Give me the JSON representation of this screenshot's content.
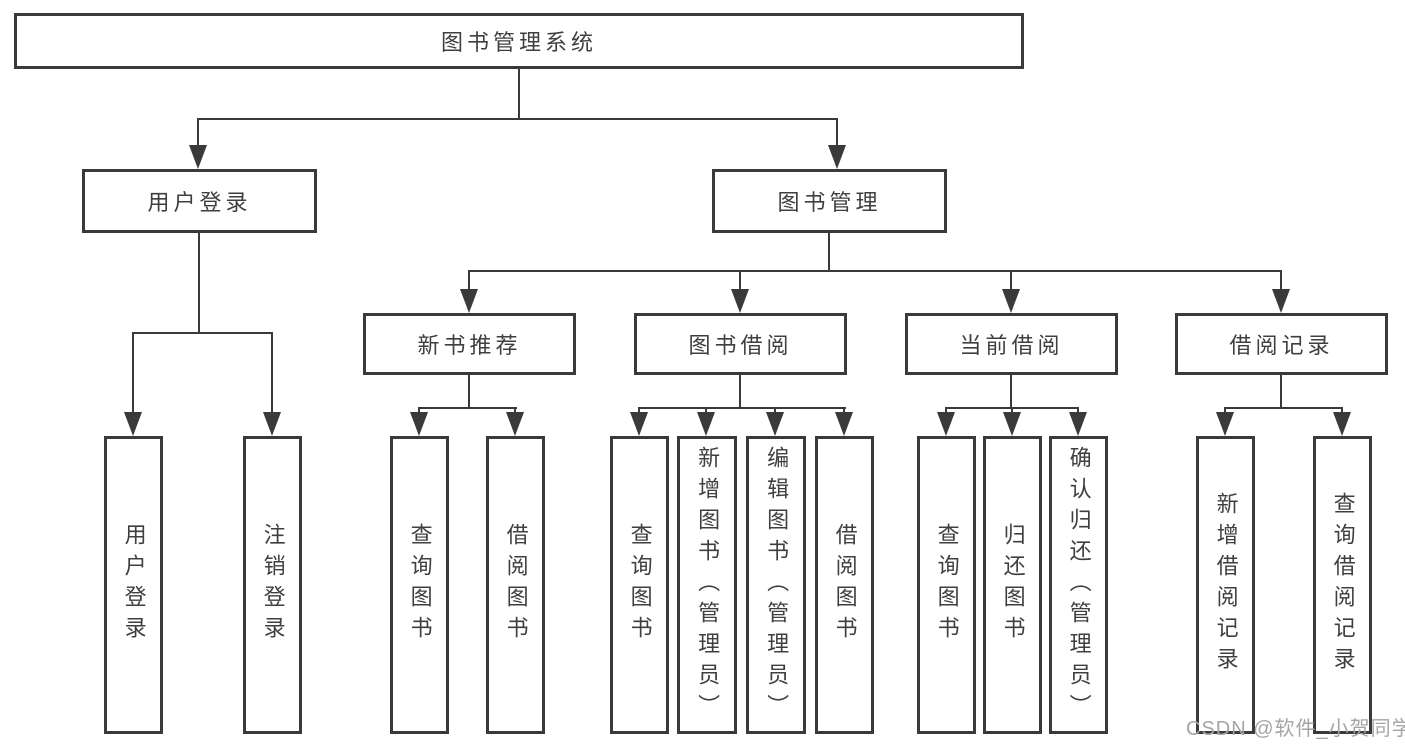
{
  "title": {
    "label": "图书管理系统"
  },
  "level2": {
    "user_login": "用户登录",
    "book_mgmt": "图书管理"
  },
  "level3": {
    "new_book": "新书推荐",
    "book_borrow": "图书借阅",
    "current_borrow": "当前借阅",
    "borrow_record": "借阅记录"
  },
  "leaves": {
    "user_login": [
      "用户登录",
      "注销登录"
    ],
    "new_book": [
      "查询图书",
      "借阅图书"
    ],
    "book_borrow": [
      "查询图书",
      "新增图书（管理员）",
      "编辑图书（管理员）",
      "借阅图书"
    ],
    "current_borrow": [
      "查询图书",
      "归还图书",
      "确认归还（管理员）"
    ],
    "borrow_record": [
      "新增借阅记录",
      "查询借阅记录"
    ]
  },
  "watermark": "CSDN @软件_小贺同学",
  "colors": {
    "line": "#3a3a3a",
    "text": "#3f3f3f",
    "watermark": "#a5a5a5",
    "background": "#ffffff"
  }
}
